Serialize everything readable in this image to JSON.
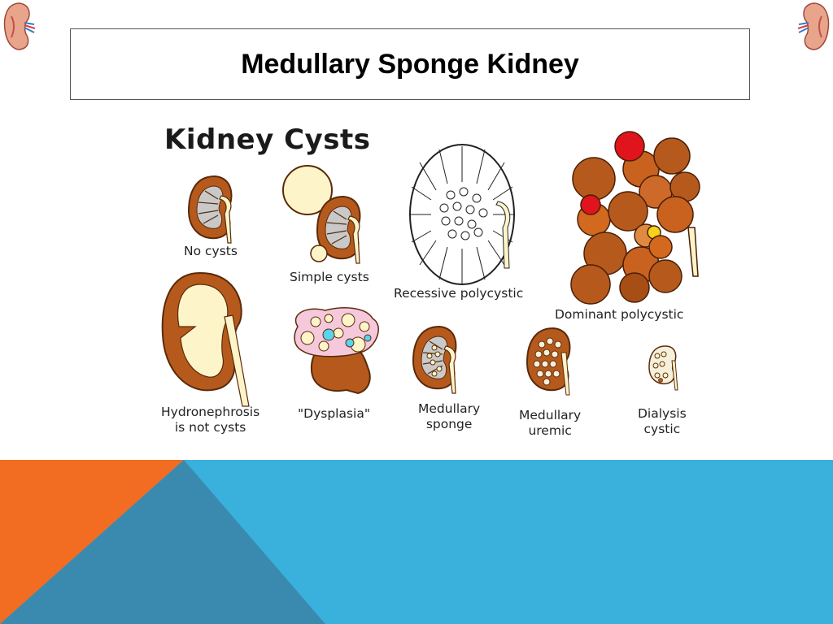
{
  "slide": {
    "title": "Medullary Sponge Kidney"
  },
  "figure": {
    "heading": "Kidney Cysts",
    "labels": {
      "no_cysts": "No cysts",
      "simple_cysts": "Simple cysts",
      "recessive_polycystic": "Recessive polycystic",
      "dominant_polycystic": "Dominant polycystic",
      "hydronephrosis_line1": "Hydronephrosis",
      "hydronephrosis_line2": "is not cysts",
      "dysplasia": "\"Dysplasia\"",
      "medullary_sponge_line1": "Medullary",
      "medullary_sponge_line2": "sponge",
      "medullary_uremic_line1": "Medullary",
      "medullary_uremic_line2": "uremic",
      "dialysis_cystic_line1": "Dialysis",
      "dialysis_cystic_line2": "cystic"
    }
  },
  "colors": {
    "kidney_brown": "#b55a1c",
    "medulla_gray": "#c9c9c9",
    "pelvis_cream": "#fdf5c9",
    "cyst_red": "#e0141c",
    "footer_orange": "#f26c22",
    "footer_blue": "#3ab1dc",
    "footer_teal": "#3a8ab0"
  }
}
